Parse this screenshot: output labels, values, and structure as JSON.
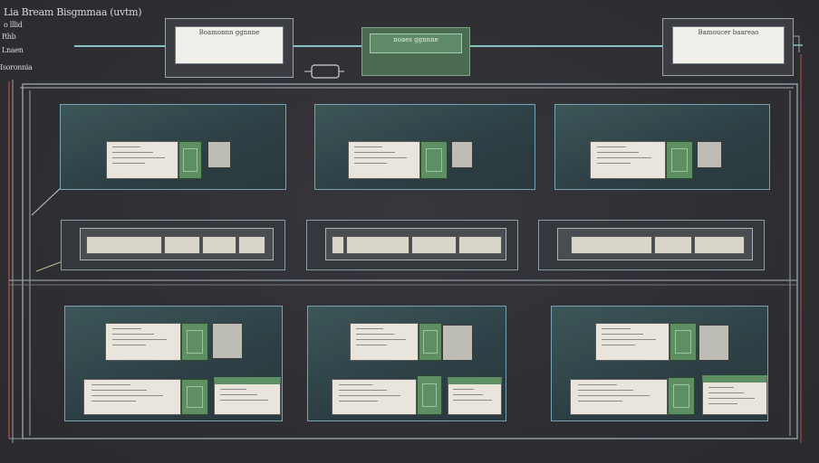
{
  "header": {
    "title_line": "Lia Bream  Bisgmmaa (uvtm)",
    "side_notes": [
      "o  lllid",
      "Rhb",
      "Lnaen",
      "Isoronnia"
    ]
  },
  "top_nodes": [
    {
      "id": "node-left",
      "text": "Boamonnn ggnnne"
    },
    {
      "id": "node-center",
      "text": "noaes ggnnne"
    },
    {
      "id": "node-right",
      "text": "Bamoucer baareao"
    }
  ],
  "colors": {
    "background": "#2f2f34",
    "panel_border": "#7ba2b3",
    "accent_green": "#5d8f62",
    "paper": "#e9e5dc",
    "frame": "#8d98a1",
    "red_edge": "#a24a3c"
  },
  "icons": [
    "hand-icon",
    "connector-icon"
  ]
}
